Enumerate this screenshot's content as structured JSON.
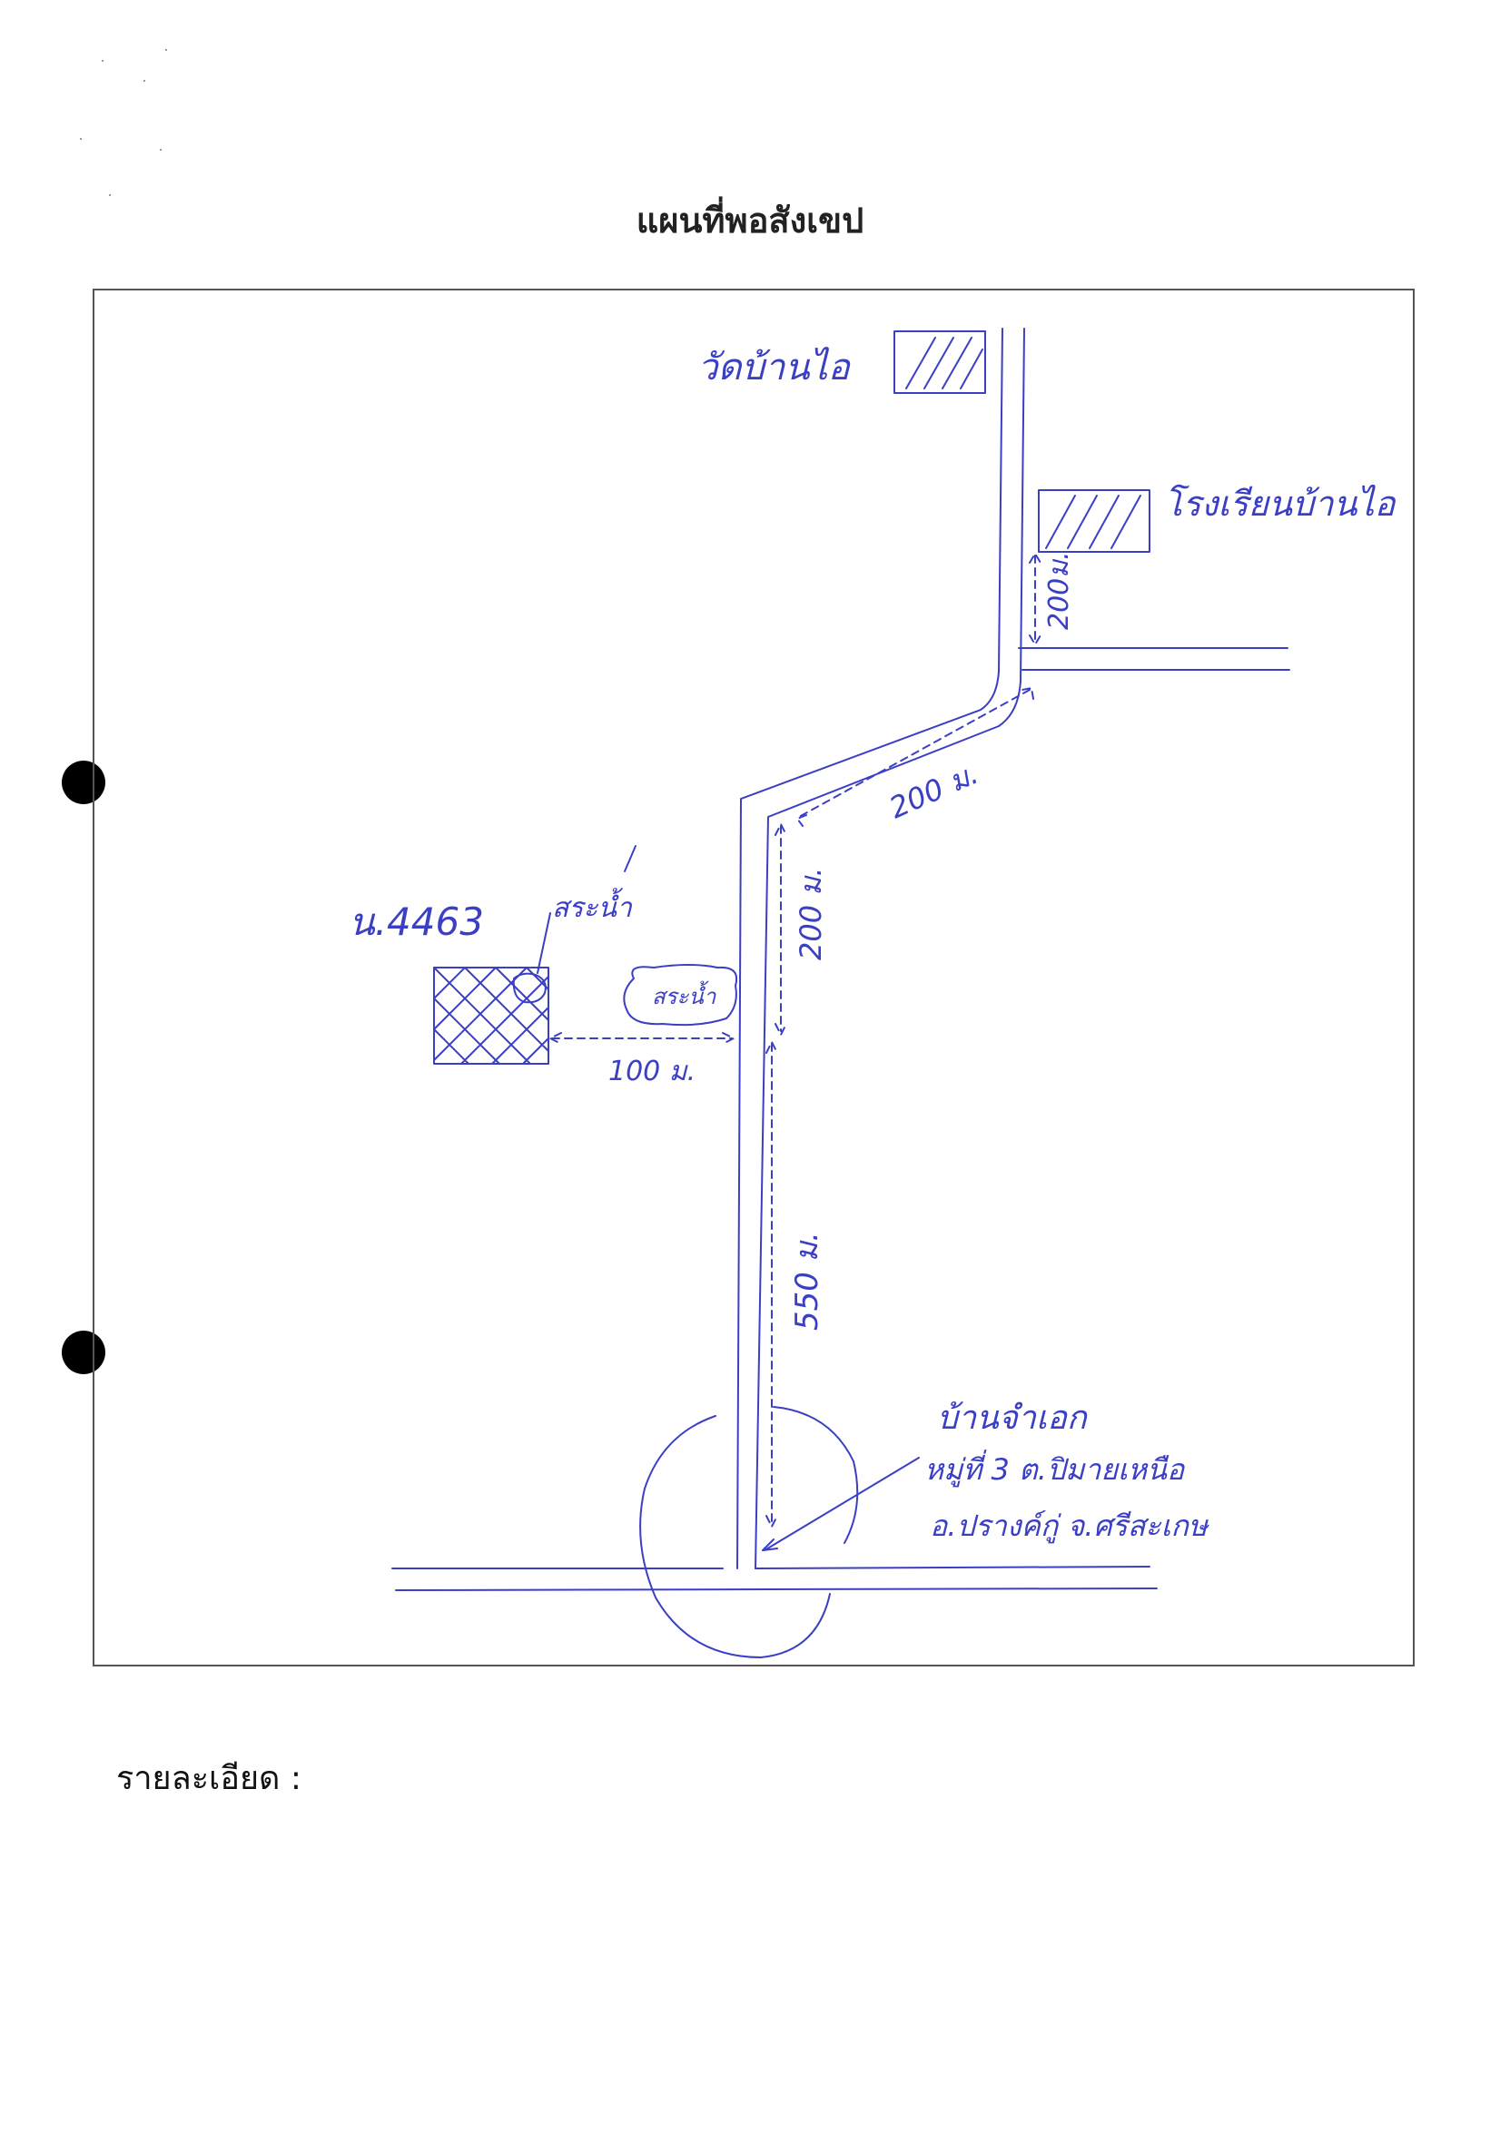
{
  "document": {
    "title": "แผนที่พอสังเขป",
    "details_label": "รายละเอียด :"
  },
  "map": {
    "labels": {
      "temple": "วัดบ้านไอ",
      "school": "โรงเรียนบ้านไอ",
      "parcel": "น.4463",
      "pond_small": "สระน้ำ",
      "pond": "สระน้ำ",
      "dist_school": "200ม.",
      "dist_diagonal": "200 ม.",
      "dist_upper": "200 ม.",
      "dist_parcel": "100 ม.",
      "dist_lower": "550 ม.",
      "village_line1": "บ้านจำเอก",
      "village_line2": "หมู่ที่ 3 ต.ปิมายเหนือ",
      "village_line3": "อ.ปรางค์กู่ จ.ศรีสะเกษ"
    },
    "colors": {
      "ink": "#3b3fc4",
      "frame": "#555555"
    }
  }
}
